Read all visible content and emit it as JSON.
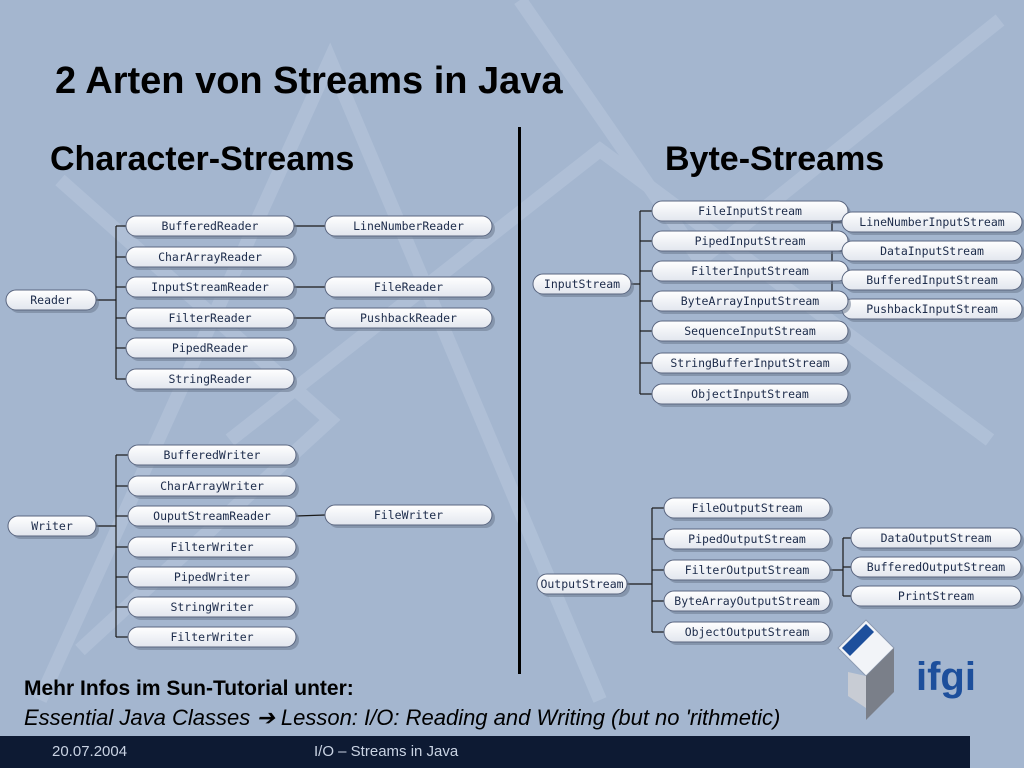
{
  "slide": {
    "title": "2 Arten von Streams in Java",
    "left_heading": "Character-Streams",
    "right_heading": "Byte-Streams",
    "info_line1": "Mehr Infos im Sun-Tutorial unter:",
    "info_line2": "Essential Java Classes ➔ Lesson: I/O: Reading and Writing (but no 'rithmetic)",
    "footer_date": "20.07.2004",
    "footer_title": "I/O – Streams in Java",
    "logo_text": "ifgi"
  },
  "colors": {
    "background": "#a4b6cf",
    "footer": "#0d1a33",
    "logo_blue": "#1d4f9c",
    "node_fill": "#f4f4f4"
  },
  "trees": {
    "reader": {
      "root": "Reader",
      "children": [
        {
          "name": "BufferedReader",
          "children": [
            "LineNumberReader"
          ]
        },
        {
          "name": "CharArrayReader",
          "children": []
        },
        {
          "name": "InputStreamReader",
          "children": [
            "FileReader"
          ]
        },
        {
          "name": "FilterReader",
          "children": [
            "PushbackReader"
          ]
        },
        {
          "name": "PipedReader",
          "children": []
        },
        {
          "name": "StringReader",
          "children": []
        }
      ]
    },
    "writer": {
      "root": "Writer",
      "children": [
        {
          "name": "BufferedWriter",
          "children": []
        },
        {
          "name": "CharArrayWriter",
          "children": []
        },
        {
          "name": "OuputStreamReader",
          "children": [
            "FileWriter"
          ]
        },
        {
          "name": "FilterWriter",
          "children": []
        },
        {
          "name": "PipedWriter",
          "children": []
        },
        {
          "name": "StringWriter",
          "children": []
        },
        {
          "name": "FilterWriter",
          "children": []
        }
      ]
    },
    "inputstream": {
      "root": "InputStream",
      "children": [
        {
          "name": "FileInputStream",
          "children": []
        },
        {
          "name": "PipedInputStream",
          "children": []
        },
        {
          "name": "FilterInputStream",
          "children": [
            "LineNumberInputStream",
            "DataInputStream",
            "BufferedInputStream",
            "PushbackInputStream"
          ]
        },
        {
          "name": "ByteArrayInputStream",
          "children": []
        },
        {
          "name": "SequenceInputStream",
          "children": []
        },
        {
          "name": "StringBufferInputStream",
          "children": []
        },
        {
          "name": "ObjectInputStream",
          "children": []
        }
      ]
    },
    "outputstream": {
      "root": "OutputStream",
      "children": [
        {
          "name": "FileOutputStream",
          "children": []
        },
        {
          "name": "PipedOutputStream",
          "children": []
        },
        {
          "name": "FilterOutputStream",
          "children": [
            "DataOutputStream",
            "BufferedOutputStream",
            "PrintStream"
          ]
        },
        {
          "name": "ByteArrayOutputStream",
          "children": []
        },
        {
          "name": "ObjectOutputStream",
          "children": []
        }
      ]
    }
  }
}
